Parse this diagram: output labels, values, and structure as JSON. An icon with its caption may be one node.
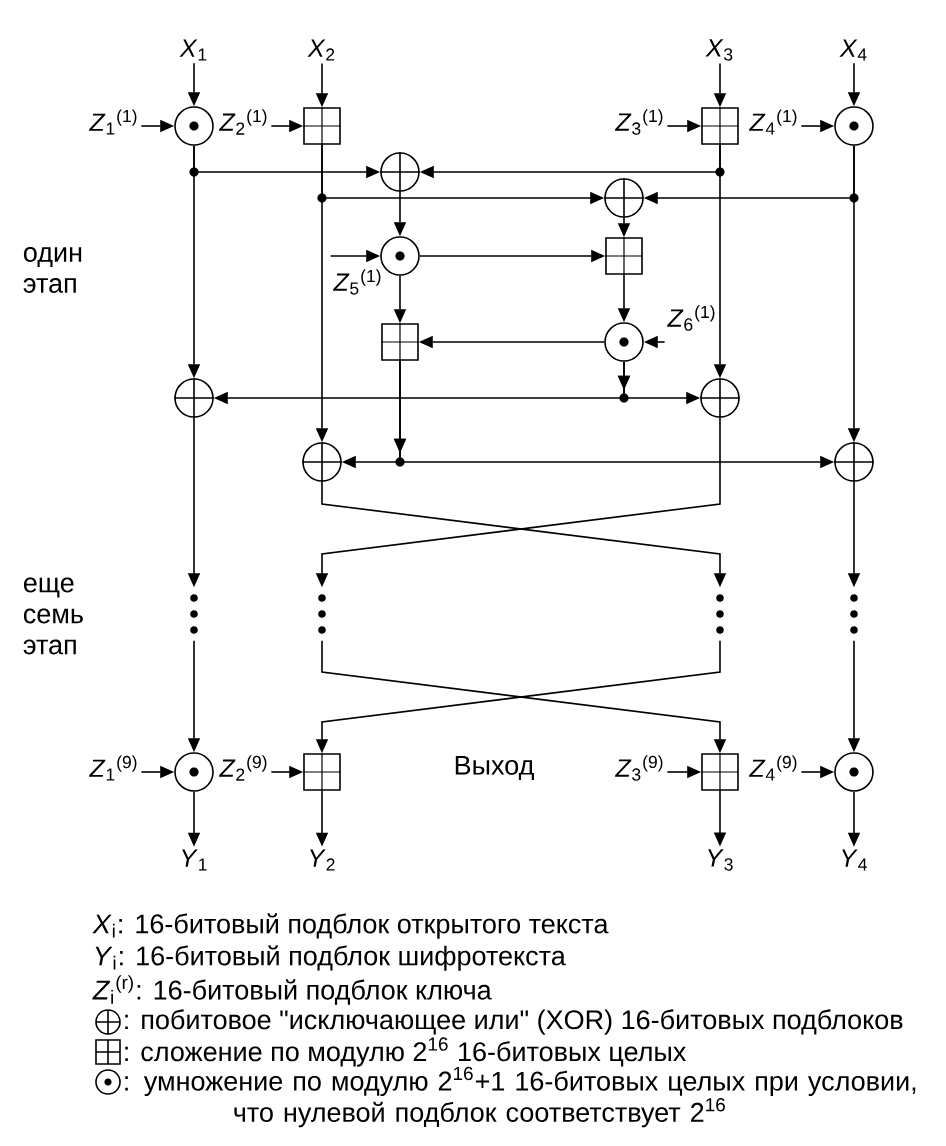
{
  "diagram": {
    "nodes": [
      {
        "text": [
          "*X*$_{1}$"
        ]
      },
      {
        "text": [
          "*X*$_{2}$"
        ]
      },
      {
        "text": [
          "*X*$_{3}$"
        ]
      },
      {
        "text": [
          "*X*$_{4}$"
        ]
      },
      {
        "text": [
          "*Z*$_{1}$$^{(1)}$"
        ]
      },
      {
        "text": [],
        "shape": "circle"
      },
      {
        "text": [
          "*Z*$_{2}$$^{(1)}$"
        ]
      },
      {
        "text": [],
        "shape": "box"
      },
      {
        "text": [
          "*Z*$_{3}$$^{(1)}$"
        ]
      },
      {
        "text": [],
        "shape": "box"
      },
      {
        "text": [
          "*Z*$_{4}$$^{(1)}$"
        ]
      },
      {
        "text": [],
        "shape": "circle"
      },
      {
        "text": [],
        "shape": "circle"
      },
      {
        "text": [],
        "shape": "circle"
      },
      {
        "text": [],
        "shape": "circle"
      },
      {
        "text": [],
        "shape": "box"
      },
      {
        "text": [
          "*Z*$_{5}$$^{(1)}$"
        ]
      },
      {
        "text": [],
        "shape": "box"
      },
      {
        "text": [],
        "shape": "circle"
      },
      {
        "text": [
          "*Z*$_{6}$$^{(1)}$"
        ]
      },
      {
        "text": [],
        "shape": "circle"
      },
      {
        "text": [],
        "shape": "circle"
      },
      {
        "text": [],
        "shape": "circle"
      },
      {
        "text": [],
        "shape": "circle"
      },
      {
        "text": [],
        "shape": "dots"
      },
      {
        "text": [],
        "shape": "dots"
      },
      {
        "text": [],
        "shape": "dots"
      },
      {
        "text": [],
        "shape": "dots"
      },
      {
        "text": [
          "*Z*$_{1}$$^{(9)}$"
        ]
      },
      {
        "text": [],
        "shape": "circle"
      },
      {
        "text": [
          "*Z*$_{2}$$^{(9)}$"
        ]
      },
      {
        "text": [],
        "shape": "box"
      },
      {
        "text": [
          "*Z*$_{3}$$^{(9)}$"
        ]
      },
      {
        "text": [],
        "shape": "box"
      },
      {
        "text": [
          "*Z*$_{4}$$^{(9)}$"
        ]
      },
      {
        "text": [],
        "shape": "circle"
      },
      {
        "text": [
          "*Y*$_{1}$"
        ]
      },
      {
        "text": [
          "*Y*$_{2}$"
        ]
      },
      {
        "text": [
          "*Y*$_{3}$"
        ]
      },
      {
        "text": [
          "*Y*$_{4}$"
        ]
      }
    ],
    "edges": [
      {
        "from": 0,
        "to": 5,
        "arrow": "to"
      },
      {
        "from": 1,
        "to": 7,
        "arrow": "to"
      },
      {
        "from": 2,
        "to": 9,
        "arrow": "to"
      },
      {
        "from": 3,
        "to": 11,
        "arrow": "to"
      },
      {
        "from": 4,
        "to": 5,
        "arrow": "to"
      },
      {
        "from": 6,
        "to": 7,
        "arrow": "to"
      },
      {
        "from": 8,
        "to": 9,
        "arrow": "to"
      },
      {
        "from": 10,
        "to": 11,
        "arrow": "to"
      },
      {
        "from": 5,
        "to": 12,
        "arrow": "to"
      },
      {
        "from": 9,
        "to": 12,
        "arrow": "to"
      },
      {
        "from": 7,
        "to": 13,
        "arrow": "to"
      },
      {
        "from": 11,
        "to": 13,
        "arrow": "to"
      },
      {
        "from": 12,
        "to": 14,
        "arrow": "to"
      },
      {
        "from": 16,
        "to": 14,
        "arrow": "to"
      },
      {
        "from": 13,
        "to": 15,
        "arrow": "to"
      },
      {
        "from": 14,
        "to": 15,
        "arrow": "to"
      },
      {
        "from": 15,
        "to": 18,
        "arrow": "to"
      },
      {
        "from": 19,
        "to": 18,
        "arrow": "to"
      },
      {
        "from": 14,
        "to": 17,
        "arrow": "to"
      },
      {
        "from": 18,
        "to": 17,
        "arrow": "to"
      },
      {
        "from": 5,
        "to": 20,
        "arrow": "to"
      },
      {
        "from": 9,
        "to": 21,
        "arrow": "to"
      },
      {
        "from": 18,
        "to": 20,
        "arrow": "to"
      },
      {
        "from": 18,
        "to": 21,
        "arrow": "to"
      },
      {
        "from": 7,
        "to": 22,
        "arrow": "to"
      },
      {
        "from": 11,
        "to": 23,
        "arrow": "to"
      },
      {
        "from": 17,
        "to": 22,
        "arrow": "to"
      },
      {
        "from": 17,
        "to": 23,
        "arrow": "to"
      },
      {
        "from": 20,
        "to": 24,
        "arrow": "to"
      },
      {
        "from": 22,
        "to": 26,
        "arrow": "to"
      },
      {
        "from": 21,
        "to": 25,
        "arrow": "to"
      },
      {
        "from": 23,
        "to": 27,
        "arrow": "to"
      },
      {
        "from": 24,
        "to": 29,
        "arrow": "to"
      },
      {
        "from": 25,
        "to": 33,
        "arrow": "to"
      },
      {
        "from": 26,
        "to": 31,
        "arrow": "to"
      },
      {
        "from": 27,
        "to": 35,
        "arrow": "to"
      },
      {
        "from": 28,
        "to": 29,
        "arrow": "to"
      },
      {
        "from": 30,
        "to": 31,
        "arrow": "to"
      },
      {
        "from": 32,
        "to": 33,
        "arrow": "to"
      },
      {
        "from": 34,
        "to": 35,
        "arrow": "to"
      },
      {
        "from": 29,
        "to": 36,
        "arrow": "to"
      },
      {
        "from": 31,
        "to": 37,
        "arrow": "to"
      },
      {
        "from": 33,
        "to": 38,
        "arrow": "to"
      },
      {
        "from": 35,
        "to": 39,
        "arrow": "to"
      }
    ],
    "labels": [
      "один этап",
      "еще семь этап",
      "Выход"
    ],
    "legend": [
      {
        "text": "*X*$_{i}$: 16-битовый подблок открытого текста"
      },
      {
        "text": "*Y*$_{i}$: 16-битовый подблок шифротекста"
      },
      {
        "text": "*Z*$_{i}$$^{(r)}$: 16-битовый подблок ключа"
      },
      {
        "text": ": побитовое \"исключающее или\" (XOR) 16-битовых подблоков"
      },
      {
        "text": ": сложение по модулю 2$^{16}$ 16-битовых целых"
      },
      {
        "text": ": умножение по модулю 2$^{16}$+1 16-битовых целых при условии, что нулевой подблок соответствует 2$^{16}$"
      }
    ]
  }
}
